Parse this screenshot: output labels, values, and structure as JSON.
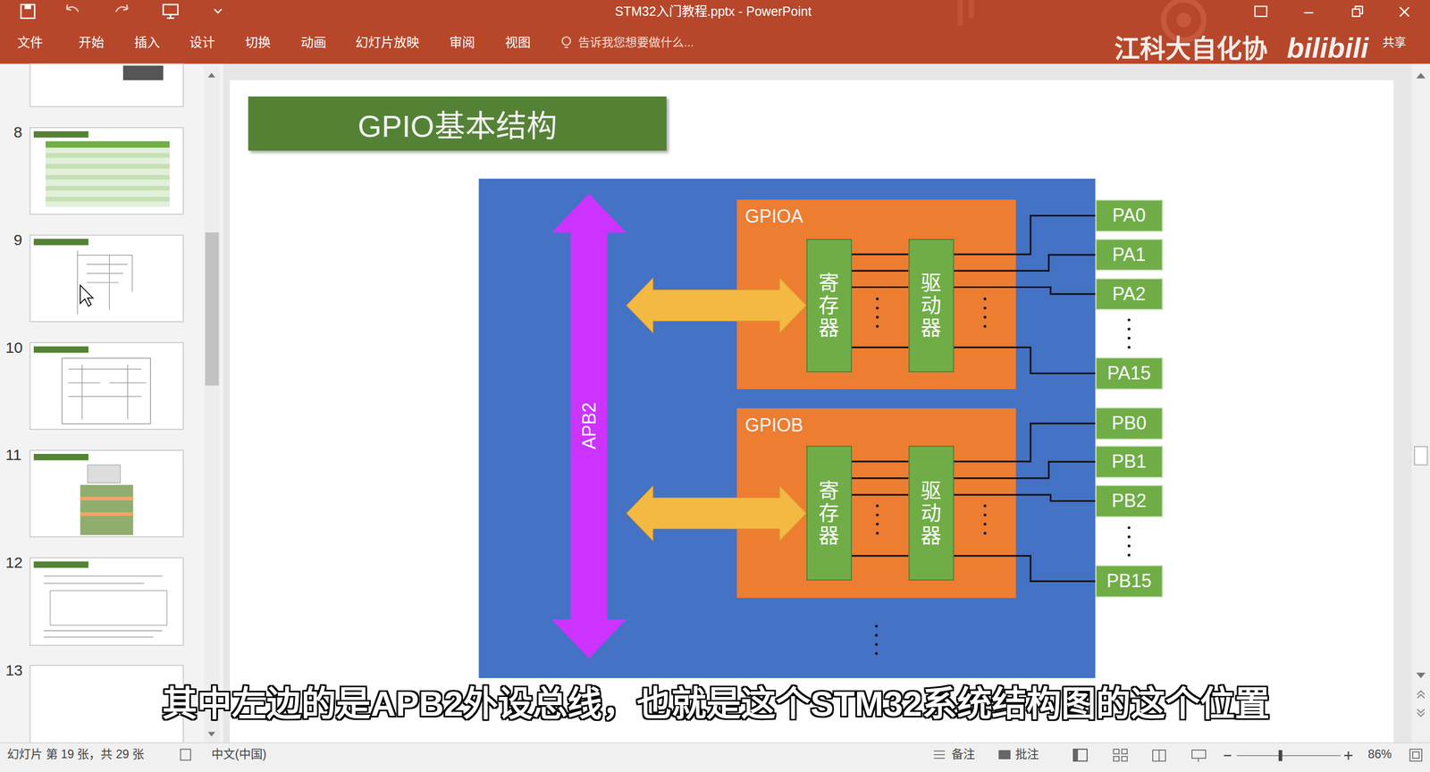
{
  "diagram": {
    "title": "GPIO基本结构",
    "nodes": [
      {
        "text": [
          "APB2"
        ]
      },
      {
        "text": [
          "GPIOA"
        ]
      },
      {
        "text": [
          "寄存器"
        ],
        "in": 1
      },
      {
        "text": [
          "驱动器"
        ],
        "in": 1
      },
      {
        "text": [
          "GPIOB"
        ]
      },
      {
        "text": [
          "寄存器"
        ],
        "in": 4
      },
      {
        "text": [
          "驱动器"
        ],
        "in": 4
      },
      {
        "text": [
          "PA0"
        ]
      },
      {
        "text": [
          "PA1"
        ]
      },
      {
        "text": [
          "PA2"
        ]
      },
      {
        "text": [
          "PA15"
        ]
      },
      {
        "text": [
          "PB0"
        ]
      },
      {
        "text": [
          "PB1"
        ]
      },
      {
        "text": [
          "PB2"
        ]
      },
      {
        "text": [
          "PB15"
        ]
      }
    ],
    "edges": [
      {
        "from": 0,
        "to": 2,
        "arrow": "both"
      },
      {
        "from": 0,
        "to": 5,
        "arrow": "both"
      },
      {
        "from": 2,
        "to": 3,
        "arrow": "none"
      },
      {
        "from": 2,
        "to": 3,
        "arrow": "none"
      },
      {
        "from": 2,
        "to": 3,
        "arrow": "none"
      },
      {
        "from": 2,
        "to": 3,
        "arrow": "none"
      },
      {
        "from": 3,
        "to": 7,
        "arrow": "none"
      },
      {
        "from": 3,
        "to": 8,
        "arrow": "none"
      },
      {
        "from": 3,
        "to": 9,
        "arrow": "none"
      },
      {
        "from": 3,
        "to": 10,
        "arrow": "none"
      },
      {
        "from": 5,
        "to": 6,
        "arrow": "none"
      },
      {
        "from": 5,
        "to": 6,
        "arrow": "none"
      },
      {
        "from": 5,
        "to": 6,
        "arrow": "none"
      },
      {
        "from": 5,
        "to": 6,
        "arrow": "none"
      },
      {
        "from": 6,
        "to": 11,
        "arrow": "none"
      },
      {
        "from": 6,
        "to": 12,
        "arrow": "none"
      },
      {
        "from": 6,
        "to": 13,
        "arrow": "none"
      },
      {
        "from": 6,
        "to": 14,
        "arrow": "none"
      }
    ],
    "labels": [
      "STM32入门教程.pptx - PowerPoint",
      "文件",
      "开始",
      "插入",
      "设计",
      "切换",
      "动画",
      "幻灯片放映",
      "审阅",
      "视图",
      "告诉我您想要做什么...",
      "江科大自化协",
      "bilibili",
      "共享",
      "8",
      "9",
      "10",
      "11",
      "12",
      "13",
      "其中左边的是APB2外设总线，也就是这个STM32系统结构图的这个位置",
      "幻灯片 第 19 张，共 29 张",
      "中文(中国)",
      "备注",
      "批注",
      "86%"
    ]
  }
}
